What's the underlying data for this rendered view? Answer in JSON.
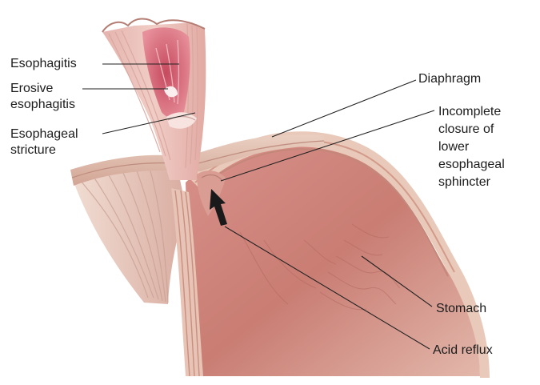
{
  "labels": {
    "esophagitis": "Esophagitis",
    "erosive_line1": "Erosive",
    "erosive_line2": "esophagitis",
    "stricture_line1": "Esophageal",
    "stricture_line2": "stricture",
    "diaphragm": "Diaphragm",
    "les_line1": "Incomplete",
    "les_line2": "closure of",
    "les_line3": "lower",
    "les_line4": "esophageal",
    "les_line5": "sphincter",
    "stomach": "Stomach",
    "acid_reflux": "Acid reflux"
  },
  "colors": {
    "tissue_pink": "#e6a39a",
    "inflamed_red": "#d96a7a",
    "muscle_tan": "#e9cbb8",
    "stomach_wall": "#c97d73",
    "text": "#1c1c1c",
    "leader_line": "#222222"
  }
}
